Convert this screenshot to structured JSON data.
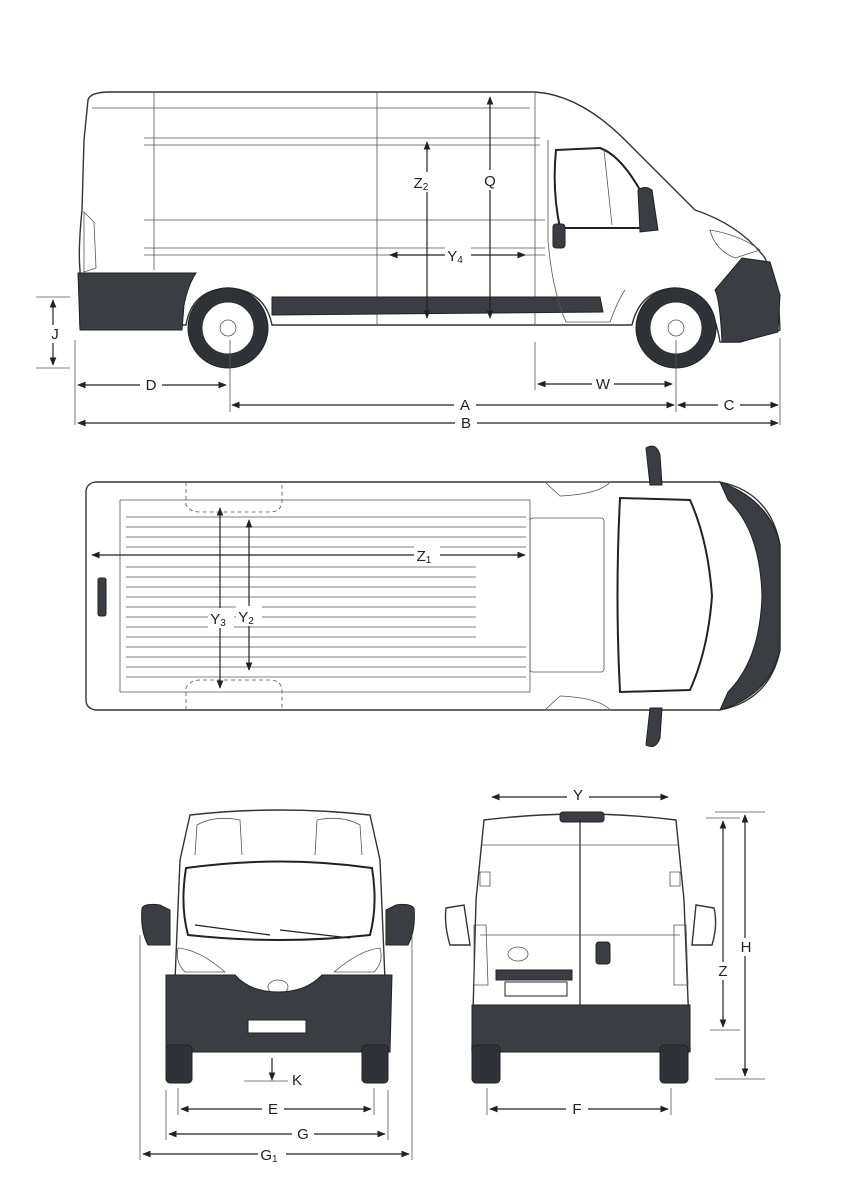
{
  "diagram": {
    "colors": {
      "line": "#222222",
      "panel": "#ffffff",
      "trim": "#3a3d42"
    },
    "dimension_labels": {
      "A": "A",
      "B": "B",
      "C": "C",
      "D": "D",
      "J": "J",
      "W": "W",
      "Q": "Q",
      "Z2_main": "Z",
      "Z2_sub": "2",
      "Y4_main": "Y",
      "Y4_sub": "4",
      "Z1_main": "Z",
      "Z1_sub": "1",
      "Y3_main": "Y",
      "Y3_sub": "3",
      "Y2_main": "Y",
      "Y2_sub": "2",
      "K": "K",
      "E": "E",
      "G": "G",
      "G1_main": "G",
      "G1_sub": "1",
      "Y": "Y",
      "H": "H",
      "Z": "Z",
      "F": "F"
    }
  }
}
